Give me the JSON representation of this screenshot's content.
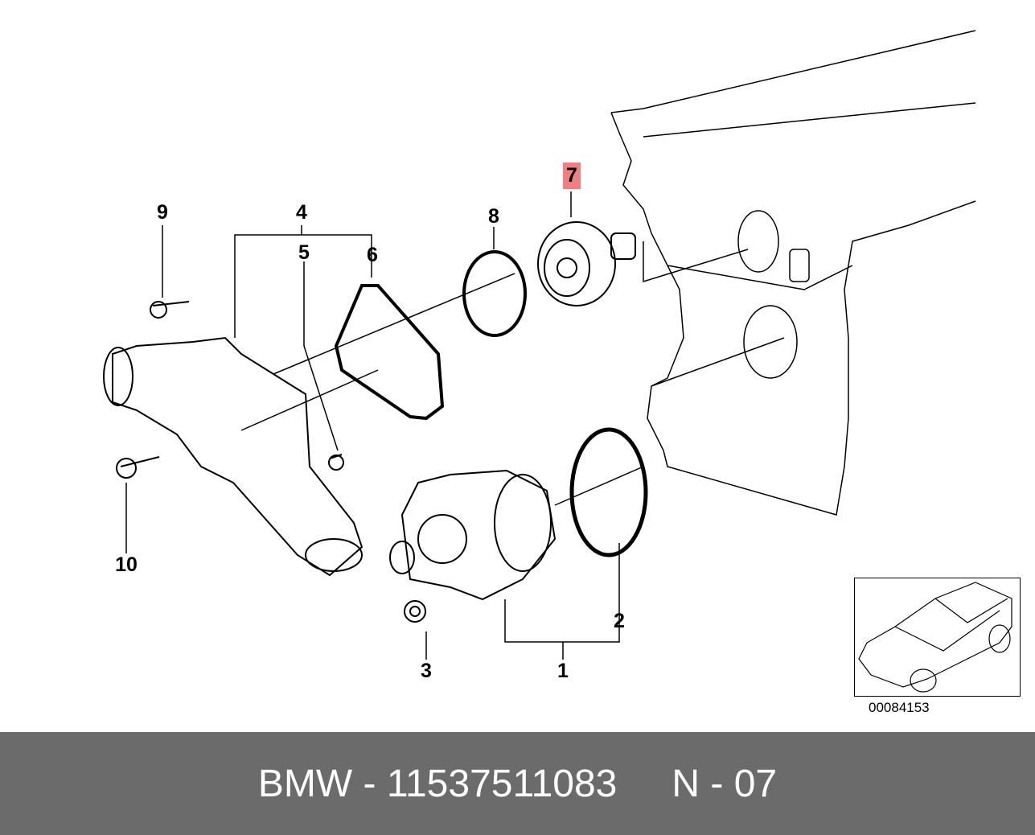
{
  "diagram": {
    "callouts": [
      {
        "id": "1",
        "highlighted": false
      },
      {
        "id": "2",
        "highlighted": false
      },
      {
        "id": "3",
        "highlighted": false
      },
      {
        "id": "4",
        "highlighted": false
      },
      {
        "id": "5",
        "highlighted": false
      },
      {
        "id": "6",
        "highlighted": false
      },
      {
        "id": "7",
        "highlighted": true
      },
      {
        "id": "8",
        "highlighted": false
      },
      {
        "id": "9",
        "highlighted": false
      },
      {
        "id": "10",
        "highlighted": false
      }
    ],
    "reference_number": "00084153",
    "highlight_color": "#f08080"
  },
  "footer": {
    "part_text": "BMW - 11537511083",
    "position_text": "N - 07",
    "background_color": "#6b6b6b"
  }
}
